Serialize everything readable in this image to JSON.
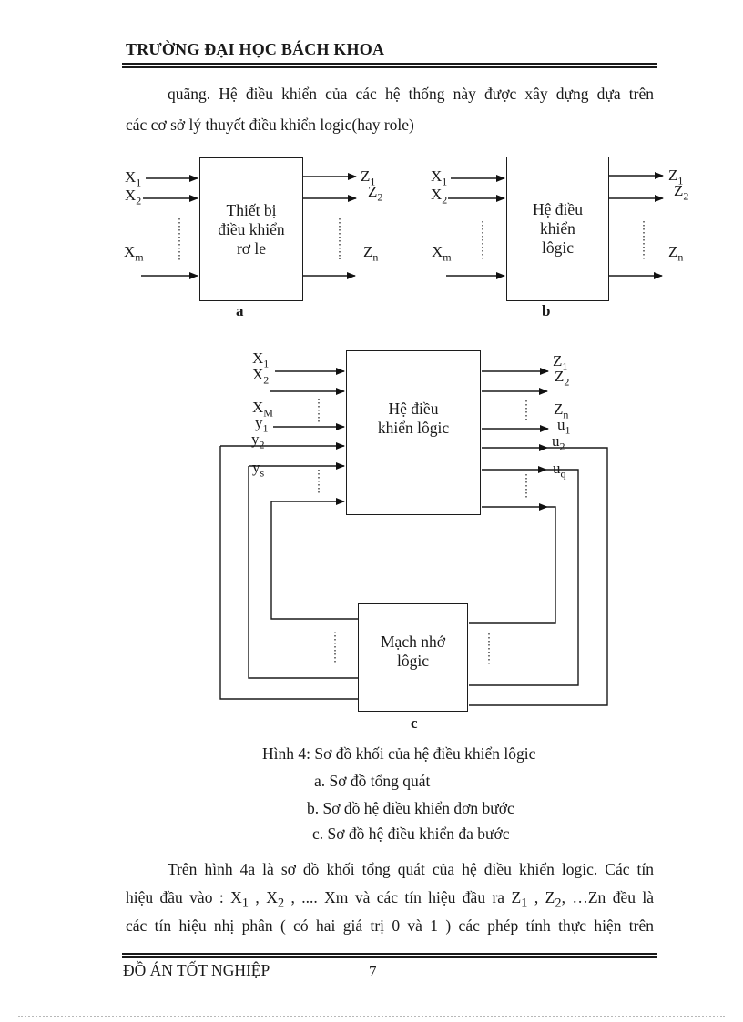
{
  "header": {
    "title": "TRƯỜNG ĐẠI HỌC BÁCH KHOA"
  },
  "intro": {
    "line1": "quãng. Hệ điều khiển của các hệ thống này được xây dựng dựa trên",
    "line2": "các cơ sở lý thuyết điều khiển logic(hay role)"
  },
  "diagram_a": {
    "box_lines": [
      "Thiết bị",
      "điều khiển",
      "rơ le"
    ],
    "caption": "a",
    "inputs": [
      {
        "base": "X",
        "sub": "1"
      },
      {
        "base": "X",
        "sub": "2"
      },
      {
        "base": "X",
        "sub": "m"
      }
    ],
    "outputs": [
      {
        "base": "Z",
        "sub": "1"
      },
      {
        "base": "Z",
        "sub": "2"
      },
      {
        "base": "Z",
        "sub": "n"
      }
    ]
  },
  "diagram_b": {
    "box_lines": [
      "Hệ điều",
      "khiển",
      "lôgic"
    ],
    "caption": "b",
    "inputs": [
      {
        "base": "X",
        "sub": "1"
      },
      {
        "base": "X",
        "sub": "2"
      },
      {
        "base": "X",
        "sub": "m"
      }
    ],
    "outputs": [
      {
        "base": "Z",
        "sub": "1"
      },
      {
        "base": "Z",
        "sub": "2"
      },
      {
        "base": "Z",
        "sub": "n"
      }
    ]
  },
  "diagram_c": {
    "controller_lines": [
      "Hệ điều",
      "khiển lôgic"
    ],
    "memory_lines": [
      "Mạch nhớ",
      "lôgic"
    ],
    "caption": "c",
    "inputs": [
      {
        "base": "X",
        "sub": "1"
      },
      {
        "base": "X",
        "sub": "2"
      },
      {
        "base": "X",
        "sub": "M"
      },
      {
        "base": "y",
        "sub": "1"
      },
      {
        "base": "y",
        "sub": "2"
      },
      {
        "base": "y",
        "sub": "s"
      }
    ],
    "outputs": [
      {
        "base": "Z",
        "sub": "1"
      },
      {
        "base": "Z",
        "sub": "2"
      },
      {
        "base": "Z",
        "sub": "n"
      },
      {
        "base": "u",
        "sub": "1"
      },
      {
        "base": "u",
        "sub": "2"
      },
      {
        "base": "u",
        "sub": "q"
      }
    ]
  },
  "figure_caption": {
    "title": "Hình 4: Sơ đồ khối của hệ điều khiển lôgic",
    "item_a": "a. Sơ đồ tổng quát",
    "item_b": "b. Sơ đồ hệ điều khiển  đơn bước",
    "item_c": "c. Sơ đồ hệ điều khiển  đa bước"
  },
  "body_text": {
    "line1": "Trên hình 4a là sơ đồ khối tổng quát của hệ điều khiển logic. Các tín",
    "line2_parts": {
      "p1": "hiệu  đầu vào : X",
      "s1": "1",
      "p2": " , X",
      "s2": "2",
      "p3": " , .... Xm và các tín hiệu  đầu ra Z",
      "s3": "1",
      "p4": " , Z",
      "s4": "2",
      "p5": ", …Zn đều là"
    },
    "line3": "các tín hiệu nhị phân ( có hai giá trị 0 và 1 ) các phép tính thực hiện trên"
  },
  "footer": {
    "label": "ĐỒ ÁN TỐT NGHIỆP",
    "page_number": "7"
  },
  "colors": {
    "ink": "#1a1a1a",
    "paper": "#ffffff"
  }
}
